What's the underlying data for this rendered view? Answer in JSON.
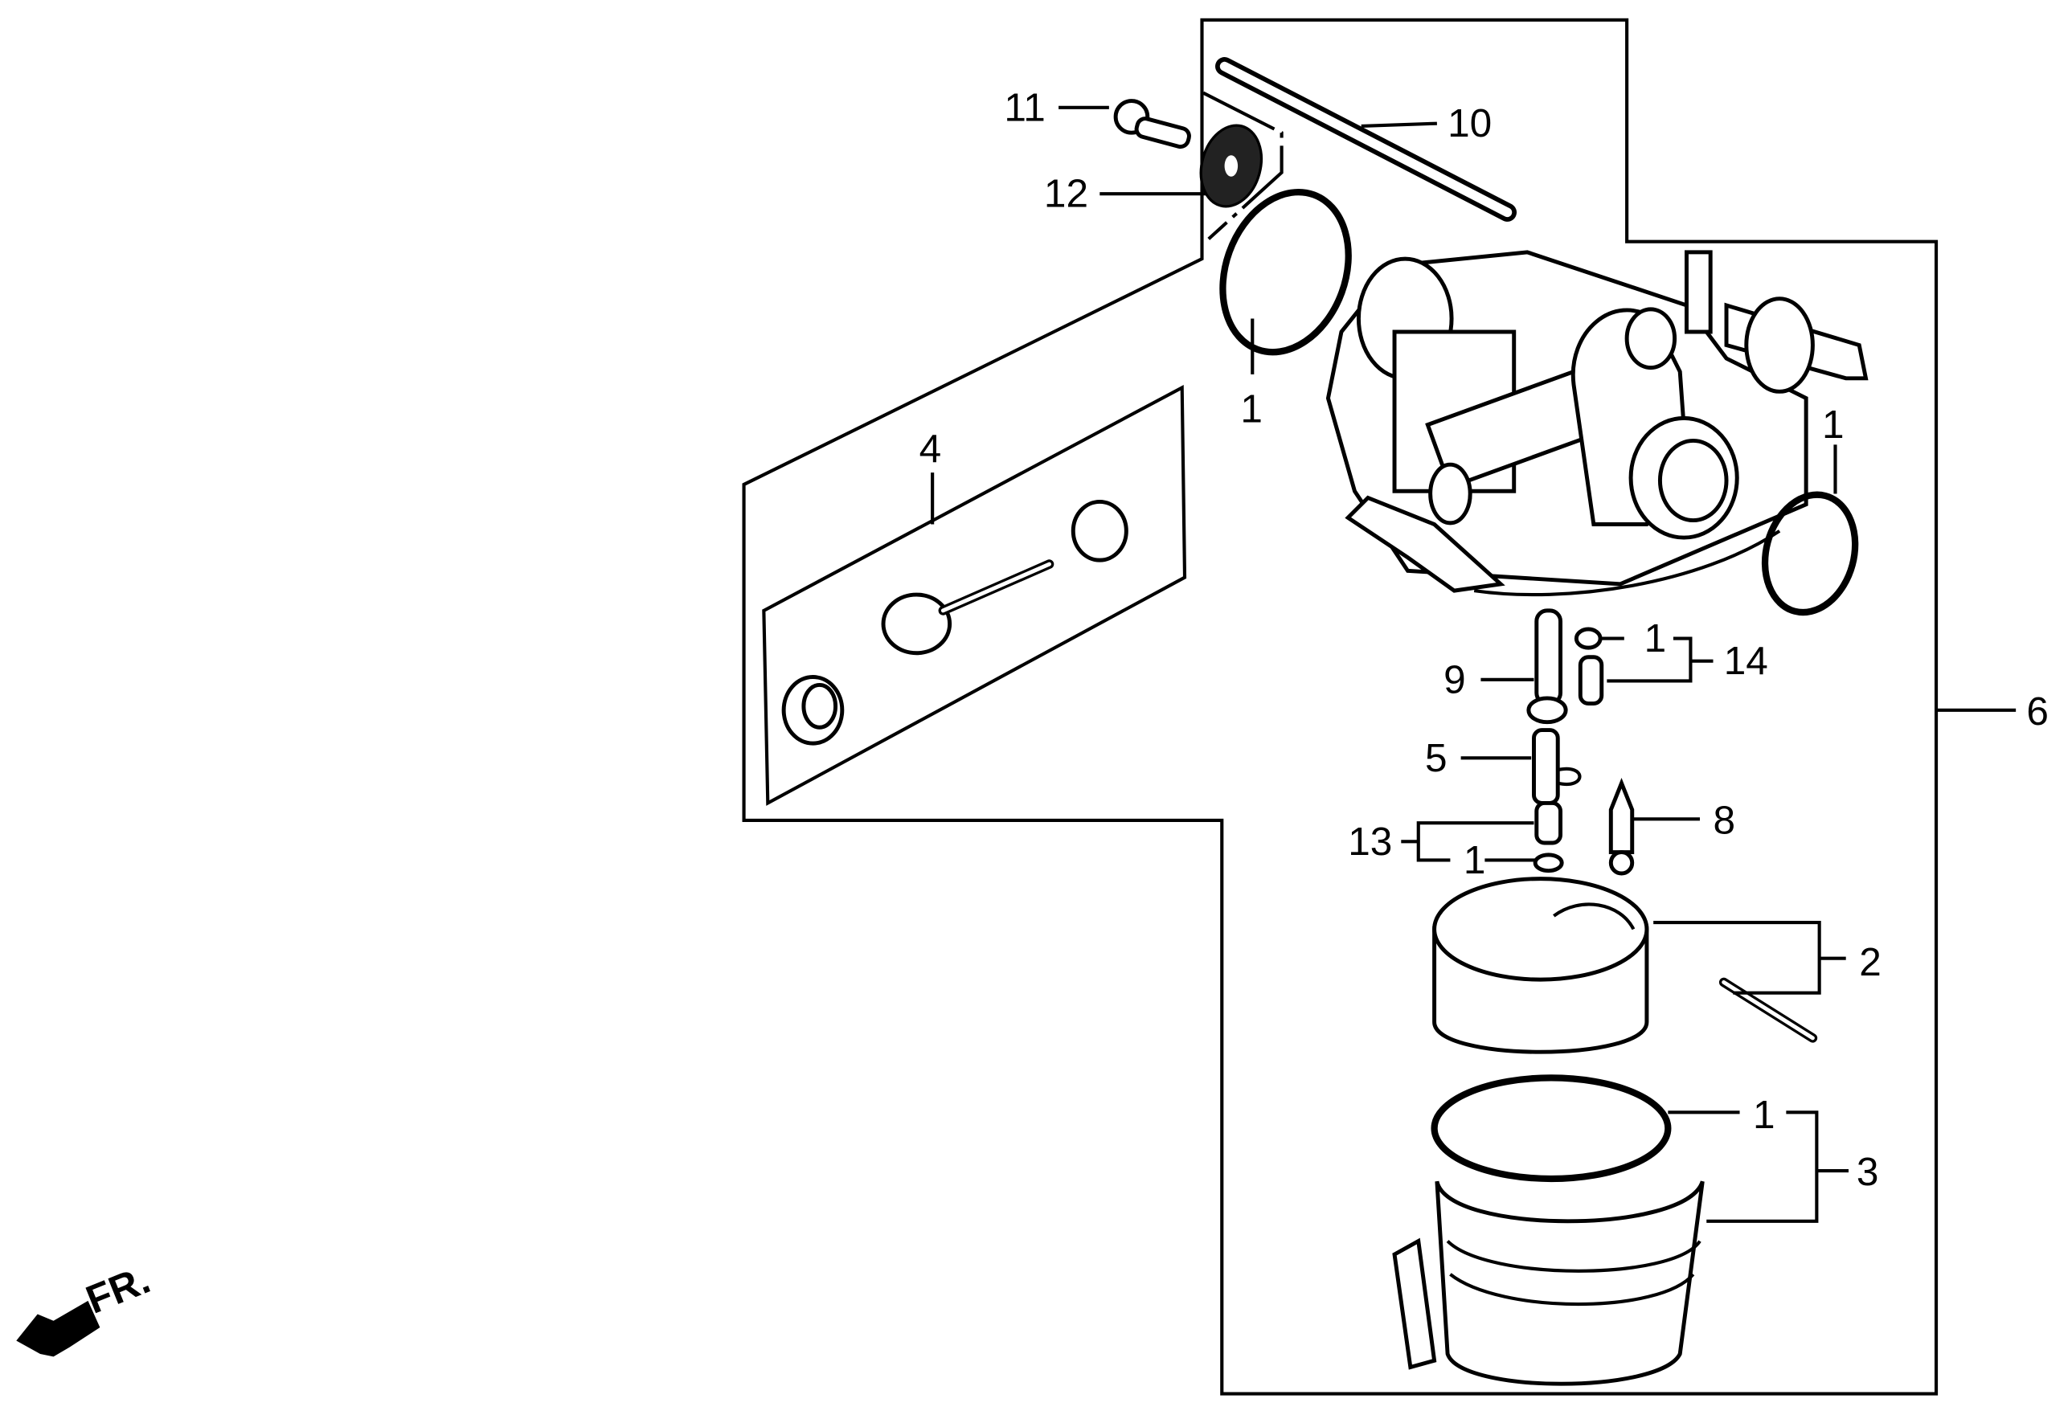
{
  "diagram": {
    "title": "Carburetor exploded parts view",
    "direction_indicator": "FR.",
    "callouts": [
      {
        "id": "c11",
        "label": "11",
        "part": "screw"
      },
      {
        "id": "c12",
        "label": "12",
        "part": "washer"
      },
      {
        "id": "c10",
        "label": "10",
        "part": "tube"
      },
      {
        "id": "c1a",
        "label": "1",
        "part": "o-ring"
      },
      {
        "id": "c1b",
        "label": "1",
        "part": "o-ring"
      },
      {
        "id": "c4",
        "label": "4",
        "part": "valve set"
      },
      {
        "id": "c1c",
        "label": "1",
        "part": "o-ring"
      },
      {
        "id": "c14",
        "label": "14",
        "part": "jet set"
      },
      {
        "id": "c9",
        "label": "9",
        "part": "nozzle"
      },
      {
        "id": "c6",
        "label": "6",
        "part": "carburetor assembly"
      },
      {
        "id": "c5",
        "label": "5",
        "part": "spring"
      },
      {
        "id": "c8",
        "label": "8",
        "part": "float valve"
      },
      {
        "id": "c13",
        "label": "13",
        "part": "jet set"
      },
      {
        "id": "c1d",
        "label": "1",
        "part": "o-ring"
      },
      {
        "id": "c2",
        "label": "2",
        "part": "float set"
      },
      {
        "id": "c1e",
        "label": "1",
        "part": "o-ring"
      },
      {
        "id": "c3",
        "label": "3",
        "part": "float chamber set"
      }
    ]
  }
}
